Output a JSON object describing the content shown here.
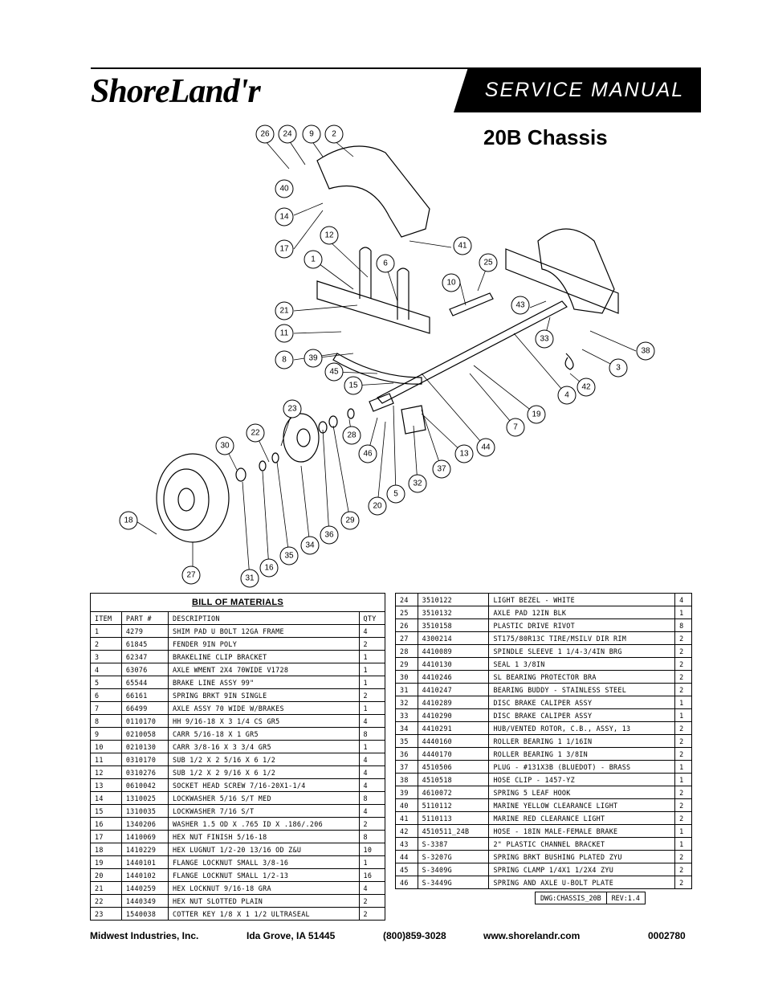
{
  "header": {
    "logo": "ShoreLand'r",
    "banner": "SERVICE MANUAL",
    "title": "20B Chassis"
  },
  "diagram": {
    "callouts": [
      "26",
      "24",
      "9",
      "2",
      "40",
      "14",
      "17",
      "12",
      "1",
      "6",
      "41",
      "25",
      "10",
      "43",
      "21",
      "11",
      "33",
      "38",
      "8",
      "39",
      "3",
      "45",
      "42",
      "15",
      "4",
      "19",
      "23",
      "7",
      "22",
      "28",
      "30",
      "46",
      "44",
      "13",
      "37",
      "32",
      "5",
      "20",
      "18",
      "29",
      "36",
      "34",
      "35",
      "27",
      "16",
      "31"
    ]
  },
  "bom": {
    "title": "BILL OF MATERIALS",
    "headers": [
      "ITEM",
      "PART #",
      "DESCRIPTION",
      "QTY"
    ],
    "rows": [
      [
        "1",
        "4279",
        "SHIM PAD U BOLT 12GA FRAME",
        "4"
      ],
      [
        "2",
        "61845",
        "FENDER 9IN POLY",
        "2"
      ],
      [
        "3",
        "62347",
        "BRAKELINE CLIP BRACKET",
        "1"
      ],
      [
        "4",
        "63076",
        "AXLE WMENT 2X4 70WIDE V1728",
        "1"
      ],
      [
        "5",
        "65544",
        "BRAKE LINE ASSY 99\"",
        "1"
      ],
      [
        "6",
        "66161",
        "SPRING BRKT 9IN SINGLE",
        "2"
      ],
      [
        "7",
        "66499",
        "AXLE ASSY 70 WIDE W/BRAKES",
        "1"
      ],
      [
        "8",
        "0110170",
        "HH 9/16-18 X 3 1/4 CS GR5",
        "4"
      ],
      [
        "9",
        "0210058",
        "CARR 5/16-18 X 1 GR5",
        "8"
      ],
      [
        "10",
        "0210130",
        "CARR 3/8-16 X 3 3/4 GR5",
        "1"
      ],
      [
        "11",
        "0310170",
        "SUB 1/2 X 2 5/16 X 6 1/2",
        "4"
      ],
      [
        "12",
        "0310276",
        "SUB 1/2 X 2 9/16 X 6 1/2",
        "4"
      ],
      [
        "13",
        "0610042",
        "SOCKET HEAD SCREW 7/16-20X1-1/4",
        "4"
      ],
      [
        "14",
        "1310025",
        "LOCKWASHER 5/16 S/T MED",
        "8"
      ],
      [
        "15",
        "1310035",
        "LOCKWASHER 7/16 S/T",
        "4"
      ],
      [
        "16",
        "1340206",
        "WASHER 1.5 OD X .765 ID X .186/.206",
        "2"
      ],
      [
        "17",
        "1410069",
        "HEX NUT FINISH 5/16-18",
        "8"
      ],
      [
        "18",
        "1410229",
        "HEX LUGNUT 1/2-20 13/16 OD Z&U",
        "10"
      ],
      [
        "19",
        "1440101",
        "FLANGE LOCKNUT SMALL 3/8-16",
        "1"
      ],
      [
        "20",
        "1440102",
        "FLANGE LOCKNUT SMALL 1/2-13",
        "16"
      ],
      [
        "21",
        "1440259",
        "HEX LOCKNUT 9/16-18 GRA",
        "4"
      ],
      [
        "22",
        "1440349",
        "HEX NUT SLOTTED PLAIN",
        "2"
      ],
      [
        "23",
        "1540038",
        "COTTER KEY 1/8 X 1 1/2 ULTRASEAL",
        "2"
      ],
      [
        "24",
        "3510122",
        "LIGHT BEZEL - WHITE",
        "4"
      ],
      [
        "25",
        "3510132",
        "AXLE PAD 12IN BLK",
        "1"
      ],
      [
        "26",
        "3510158",
        "PLASTIC DRIVE RIVOT",
        "8"
      ],
      [
        "27",
        "4300214",
        "ST175/80R13C TIRE/MSILV DIR RIM",
        "2"
      ],
      [
        "28",
        "4410089",
        "SPINDLE SLEEVE 1 1/4-3/4IN BRG",
        "2"
      ],
      [
        "29",
        "4410130",
        "SEAL 1 3/8IN",
        "2"
      ],
      [
        "30",
        "4410246",
        "SL BEARING PROTECTOR BRA",
        "2"
      ],
      [
        "31",
        "4410247",
        "BEARING BUDDY - STAINLESS STEEL",
        "2"
      ],
      [
        "32",
        "4410289",
        "DISC BRAKE CALIPER ASSY",
        "1"
      ],
      [
        "33",
        "4410290",
        "DISC BRAKE CALIPER ASSY",
        "1"
      ],
      [
        "34",
        "4410291",
        "HUB/VENTED ROTOR, C.B., ASSY, 13",
        "2"
      ],
      [
        "35",
        "4440160",
        "ROLLER BEARING 1 1/16IN",
        "2"
      ],
      [
        "36",
        "4440170",
        "ROLLER BEARING 1 3/8IN",
        "2"
      ],
      [
        "37",
        "4510506",
        "PLUG - #131X3B (BLUEDOT) - BRASS",
        "1"
      ],
      [
        "38",
        "4510518",
        "HOSE CLIP - 1457-YZ",
        "1"
      ],
      [
        "39",
        "4610072",
        "SPRING 5 LEAF HOOK",
        "2"
      ],
      [
        "40",
        "5110112",
        "MARINE YELLOW CLEARANCE LIGHT",
        "2"
      ],
      [
        "41",
        "5110113",
        "MARINE RED CLEARANCE LIGHT",
        "2"
      ],
      [
        "42",
        "4510511_24B",
        "HOSE - 18IN MALE-FEMALE BRAKE",
        "1"
      ],
      [
        "43",
        "S-3387",
        "2\" PLASTIC CHANNEL BRACKET",
        "1"
      ],
      [
        "44",
        "S-3207G",
        "SPRING BRKT BUSHING PLATED ZYU",
        "2"
      ],
      [
        "45",
        "S-3409G",
        "SPRING CLAMP 1/4X1 1/2X4 ZYU",
        "2"
      ],
      [
        "46",
        "S-3449G",
        "SPRING AND AXLE U-BOLT PLATE",
        "2"
      ]
    ]
  },
  "drawing": {
    "dwg": "DWG:CHASSIS_20B",
    "rev": "REV:1.4"
  },
  "footer": {
    "company": "Midwest Industries, Inc.",
    "location": "Ida Grove, IA 51445",
    "phone": "(800)859-3028",
    "website": "www.shorelandr.com",
    "doc_number": "0002780"
  }
}
